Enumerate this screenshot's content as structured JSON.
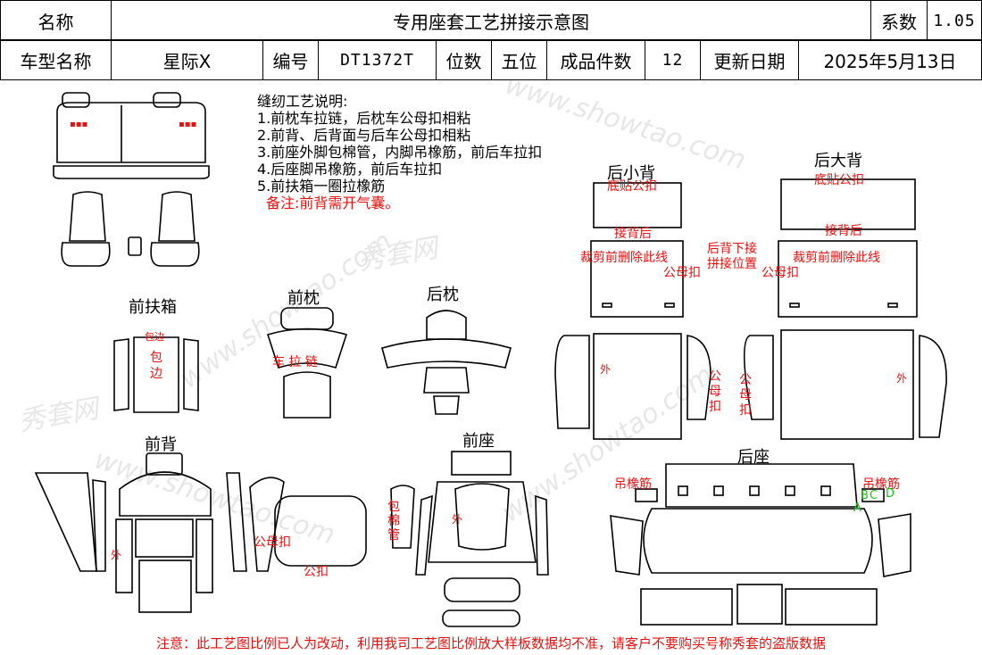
{
  "header": {
    "name_label": "名称",
    "title": "专用座套工艺拼接示意图",
    "coef_label": "系数",
    "coef_value": "1.05",
    "model_label": "车型名称",
    "model_value": "星际X",
    "code_label": "编号",
    "code_value": "DT1372T",
    "seats_label": "位数",
    "seats_value": "五位",
    "pieces_label": "成品件数",
    "pieces_value": "12",
    "date_label": "更新日期",
    "date_value": "2025年5月13日"
  },
  "notes": {
    "title": "缝纫工艺说明:",
    "lines": [
      "1.前枕车拉链，后枕车公母扣相粘",
      "2.前背、后背面与后车公母扣相粘",
      "3.前座外脚包棉管，内脚吊橡筋，前后车拉扣",
      "4.后座脚吊橡筋，前后车拉扣",
      "5.前扶箱一圈拉橡筋"
    ],
    "remark": "备注:前背需开气囊。"
  },
  "sections": {
    "front_armrest": "前扶箱",
    "front_headrest": "前枕",
    "rear_headrest": "后枕",
    "rear_small_back": "后小背",
    "rear_big_back": "后大背",
    "front_back": "前背",
    "front_seat": "前座",
    "rear_seat": "后座"
  },
  "annotations": {
    "edge_small": "包边",
    "edge_vertical": "包边",
    "zipper": "车 拉 链",
    "bottom_snap": "底贴公扣",
    "join_rear": "接背后",
    "cut_line": "裁剪前删除此线",
    "rear_join_pos_1": "后背下接",
    "rear_join_pos_2": "拼接位置",
    "snap_male": "公母扣",
    "outer": "外",
    "male_snap": "公扣",
    "foam_tube": "包棉管",
    "hang_elastic": "吊橡筋",
    "mark_a": "A",
    "mark_b": "B",
    "mark_c": "C",
    "mark_d": "D"
  },
  "footer": "注意：此工艺图比例已人为改动，利用我司工艺图比例放大样板数据均不准，请客户不要购买号称秀套的盗版数据",
  "watermark": {
    "cn": "秀套网",
    "url": "www.showtao.com"
  },
  "colors": {
    "annotation": "#e8100e",
    "marker": "#19c019",
    "line": "#000000"
  }
}
